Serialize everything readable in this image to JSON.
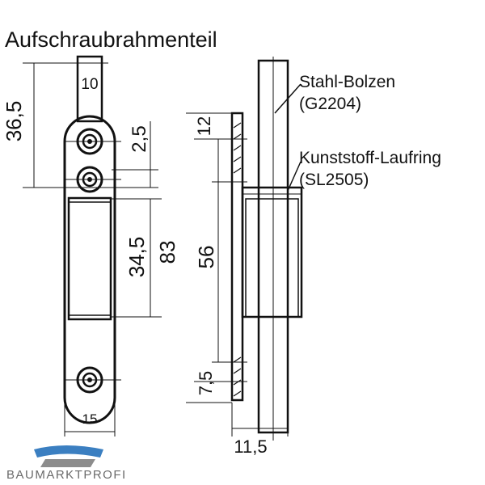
{
  "title": "Aufschraubrahmenteil",
  "dimensions": {
    "width_top": "10",
    "height_upper": "36,5",
    "small_gap": "2,5",
    "height_34": "34,5",
    "height_83": "83",
    "width_bottom": "15",
    "side_12": "12",
    "side_56": "56",
    "side_7_5": "7,5",
    "side_11_5": "11,5"
  },
  "callouts": {
    "bolt_name": "Stahl-Bolzen",
    "bolt_code": "(G2204)",
    "ring_name": "Kunststoff-Laufring",
    "ring_code": "(SL2505)"
  },
  "logo": {
    "text": "BAUMARKTPROFI",
    "color": "#6a6a6a",
    "accent": "#3b7fc1"
  }
}
